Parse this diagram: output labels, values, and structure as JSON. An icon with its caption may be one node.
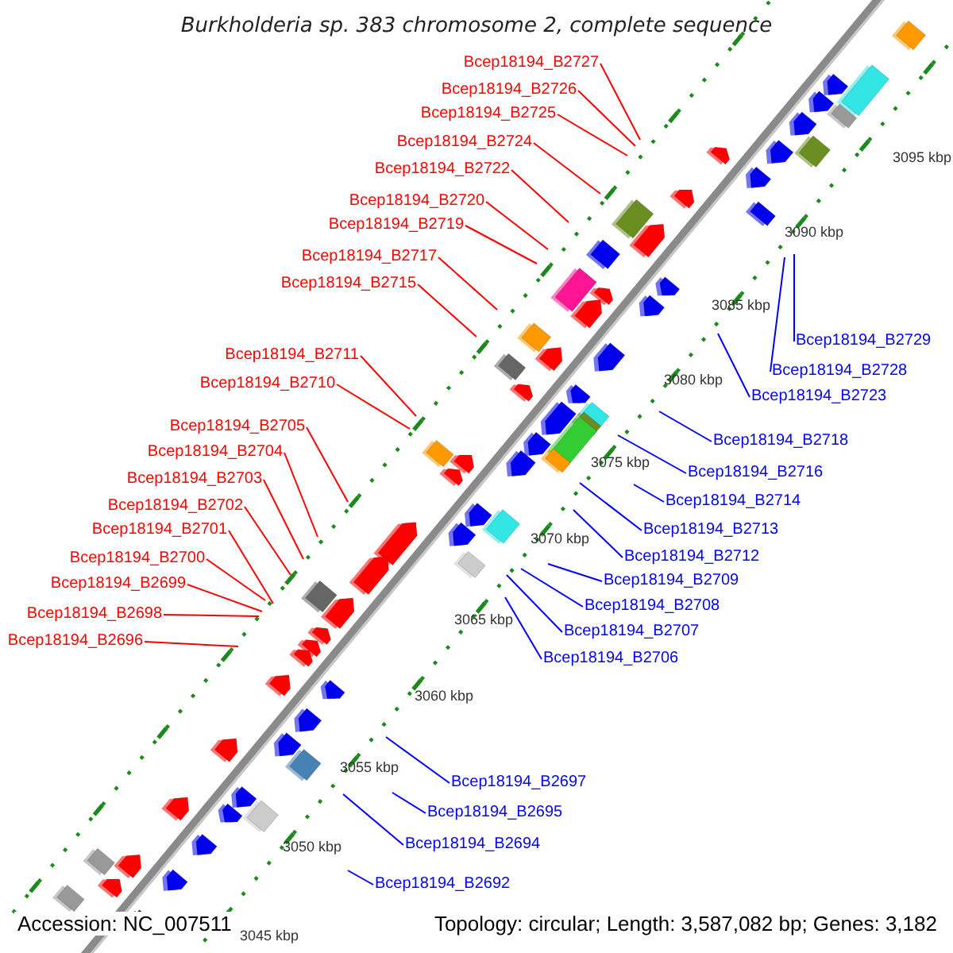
{
  "diagram": {
    "title": "Burkholderia sp. 383 chromosome 2, complete sequence",
    "nodes": [
      {
        "text": [
          "Bcep18194_B2727"
        ]
      },
      {
        "text": [
          "Bcep18194_B2726"
        ]
      },
      {
        "text": [
          "Bcep18194_B2725"
        ]
      },
      {
        "text": [
          "Bcep18194_B2724"
        ]
      },
      {
        "text": [
          "Bcep18194_B2722"
        ]
      },
      {
        "text": [
          "Bcep18194_B2720"
        ]
      },
      {
        "text": [
          "Bcep18194_B2719"
        ]
      },
      {
        "text": [
          "Bcep18194_B2717"
        ]
      },
      {
        "text": [
          "Bcep18194_B2715"
        ]
      },
      {
        "text": [
          "Bcep18194_B2729"
        ]
      },
      {
        "text": [
          "Bcep18194_B2728"
        ]
      },
      {
        "text": [
          "Bcep18194_B2723"
        ]
      },
      {
        "text": [
          "Bcep18194_B2711"
        ]
      },
      {
        "text": [
          "Bcep18194_B2710"
        ]
      },
      {
        "text": [
          "Bcep18194_B2705"
        ]
      },
      {
        "text": [
          "Bcep18194_B2718"
        ]
      },
      {
        "text": [
          "Bcep18194_B2704"
        ]
      },
      {
        "text": [
          "Bcep18194_B2716"
        ]
      },
      {
        "text": [
          "Bcep18194_B2703"
        ]
      },
      {
        "text": [
          "Bcep18194_B2714"
        ]
      },
      {
        "text": [
          "Bcep18194_B2702"
        ]
      },
      {
        "text": [
          "Bcep18194_B2713"
        ]
      },
      {
        "text": [
          "Bcep18194_B2701"
        ]
      },
      {
        "text": [
          "Bcep18194_B2712"
        ]
      },
      {
        "text": [
          "Bcep18194_B2700"
        ]
      },
      {
        "text": [
          "Bcep18194_B2709"
        ]
      },
      {
        "text": [
          "Bcep18194_B2699"
        ]
      },
      {
        "text": [
          "Bcep18194_B2708"
        ]
      },
      {
        "text": [
          "Bcep18194_B2698"
        ]
      },
      {
        "text": [
          "Bcep18194_B2707"
        ]
      },
      {
        "text": [
          "Bcep18194_B2696"
        ]
      },
      {
        "text": [
          "Bcep18194_B2706"
        ]
      },
      {
        "text": [
          "Bcep18194_B2697"
        ]
      },
      {
        "text": [
          "Bcep18194_B2695"
        ]
      },
      {
        "text": [
          "Bcep18194_B2694"
        ]
      },
      {
        "text": [
          "Bcep18194_B2692"
        ]
      }
    ],
    "edges": [
      {
        "from": 0,
        "to": null,
        "arrow": "none"
      },
      {
        "from": 1,
        "to": null,
        "arrow": "none"
      },
      {
        "from": 2,
        "to": null,
        "arrow": "none"
      },
      {
        "from": 3,
        "to": null,
        "arrow": "none"
      },
      {
        "from": 4,
        "to": null,
        "arrow": "none"
      },
      {
        "from": 5,
        "to": null,
        "arrow": "none"
      },
      {
        "from": 6,
        "to": null,
        "arrow": "none"
      },
      {
        "from": 7,
        "to": null,
        "arrow": "none"
      },
      {
        "from": 8,
        "to": null,
        "arrow": "none"
      },
      {
        "from": 9,
        "to": null,
        "arrow": "none",
        "color": "#0000ff"
      },
      {
        "from": 10,
        "to": null,
        "arrow": "none",
        "color": "#0000ff"
      },
      {
        "from": 11,
        "to": null,
        "arrow": "none",
        "color": "#0000ff"
      },
      {
        "from": 12,
        "to": null,
        "arrow": "none"
      },
      {
        "from": 13,
        "to": null,
        "arrow": "none"
      },
      {
        "from": 14,
        "to": null,
        "arrow": "none"
      },
      {
        "from": 15,
        "to": null,
        "arrow": "none",
        "color": "#0000ff"
      },
      {
        "from": 16,
        "to": null,
        "arrow": "none"
      },
      {
        "from": 17,
        "to": null,
        "arrow": "none",
        "color": "#0000ff"
      },
      {
        "from": 18,
        "to": null,
        "arrow": "none"
      },
      {
        "from": 19,
        "to": null,
        "arrow": "none",
        "color": "#0000ff"
      },
      {
        "from": 20,
        "to": null,
        "arrow": "none"
      },
      {
        "from": 21,
        "to": null,
        "arrow": "none",
        "color": "#0000ff"
      },
      {
        "from": 22,
        "to": null,
        "arrow": "none"
      },
      {
        "from": 23,
        "to": null,
        "arrow": "none",
        "color": "#0000ff"
      },
      {
        "from": 24,
        "to": null,
        "arrow": "none"
      },
      {
        "from": 25,
        "to": null,
        "arrow": "none",
        "color": "#0000ff"
      },
      {
        "from": 26,
        "to": null,
        "arrow": "none"
      },
      {
        "from": 27,
        "to": null,
        "arrow": "none",
        "color": "#0000ff"
      },
      {
        "from": 28,
        "to": null,
        "arrow": "none"
      },
      {
        "from": 29,
        "to": null,
        "arrow": "none",
        "color": "#0000ff"
      },
      {
        "from": 30,
        "to": null,
        "arrow": "none"
      },
      {
        "from": 31,
        "to": null,
        "arrow": "none",
        "color": "#0000ff"
      },
      {
        "from": 32,
        "to": null,
        "arrow": "none",
        "color": "#0000ff"
      },
      {
        "from": 33,
        "to": null,
        "arrow": "none",
        "color": "#0000ff"
      },
      {
        "from": 34,
        "to": null,
        "arrow": "none",
        "color": "#0000ff"
      },
      {
        "from": 35,
        "to": null,
        "arrow": "none",
        "color": "#0000ff"
      }
    ],
    "labels": [
      "3095 kbp",
      "3090 kbp",
      "3085 kbp",
      "3080 kbp",
      "3075 kbp",
      "3070 kbp",
      "3065 kbp",
      "3060 kbp",
      "3055 kbp",
      "3050 kbp",
      "3045 kbp",
      "Accession: NC_007511",
      "Topology: circular; Length: 3,587,082 bp; Genes: 3,182"
    ]
  }
}
